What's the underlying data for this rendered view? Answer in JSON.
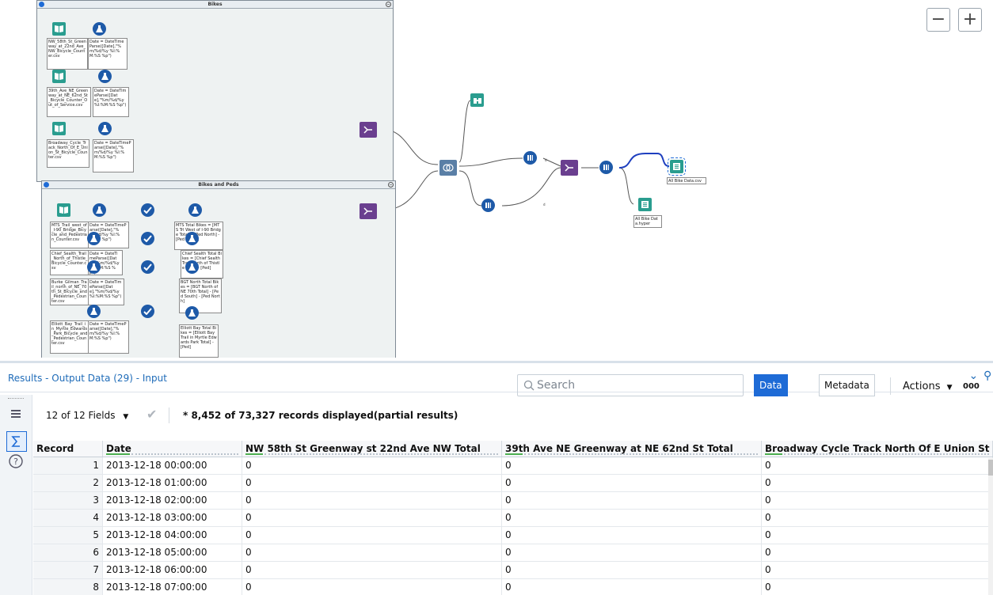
{
  "canvas": {
    "containers": [
      {
        "title": "Bikes"
      },
      {
        "title": "Bikes and Peds"
      }
    ],
    "annotations": {
      "in1": "NW_58th_St_Greenway_at_22nd_Ave_NW_Bicycle_Counter.csv",
      "in2": "39th_Ave_NE_Greenway_at_NE_62nd_St_Bicycle_Counter_Out_of_Service.csv",
      "in3": "Broadway_Cycle_Track_North_Of_E_Union_St_Bicycle_Counter.csv",
      "f1": "Date = DateTimeParse([Date],\"%m/%d/%y %I:%M:%S %p\")",
      "f2": "Date = DateTimeParse([Date],\"%m/%d/%y %I:%M:%S %p\")",
      "f3": "Date = DateTimeParse([Date],\"%m/%d/%y %I:%M:%S %p\")",
      "bp_in1": "MTS_Trail_west_of_I-90_Bridge_Bicycle_and_Pedestrian_Counter.csv",
      "bp_in2": "Chief_Sealth_Trail_North_of_Thistle_Bicycle_Counter.csv",
      "bp_in3": "Burke_Gilman_Trail_north_of_NE_70th_St_Bicycle_and_Pedestrian_Counter.csv",
      "bp_in4": "Elliott_Bay_Trail_in_Myrtle_Edwards_Park_Bicycle_and_Pedestrian_Counter.csv",
      "bp_f1": "Date = DateTimeParse([Date],\"%m/%d/%y %I:%M:%S %p\")",
      "bp_f2": "Date = DateTimeParse([Date],\"%m/%d/%y %I:%M:%S %p\")",
      "bp_f3": "Date = DateTimeParse([Date],\"%m/%d/%y %I:%M:%S %p\")",
      "bp_f4": "Date = DateTimeParse([Date],\"%m/%d/%y %I:%M:%S %p\")",
      "bp_t1": "MTS Total Bikes = [MTS Trl West of I-90 Bridge Total] - [Ped North] - [Ped South]",
      "bp_t2": "Chief Sealth Total Bikes = [Chief Sealth Trail North of Thistle Total] - [Ped]",
      "bp_t3": "BGT North Total Bikes = [BGT North of NE 70th Total] - [Ped South] - [Ped North]",
      "bp_t4": "Elliott Bay Total Bikes = [Elliott Bay Trail in Myrtle Edwards Park Total] - [Ped]",
      "out1": "All Bike Data.csv",
      "out2": "All Bike Data.hyper"
    },
    "zoom_out_label": "−",
    "zoom_in_label": "+"
  },
  "results": {
    "title": "Results - Output Data (29) - Input",
    "fields_label": "12 of 12 Fields",
    "records_label": "* 8,452 of 73,327 records displayed(partial results)",
    "search_placeholder": "Search",
    "tab_data": "Data",
    "tab_metadata": "Metadata",
    "actions_label": "Actions",
    "extra_label": "000",
    "columns": [
      "Record",
      "Date",
      "NW 58th St Greenway st 22nd Ave NW Total",
      "39th Ave NE Greenway at NE 62nd St Total",
      "Broadway Cycle Track North Of E Union St Total"
    ],
    "rows": [
      {
        "record": "1",
        "date": "2013-12-18 00:00:00",
        "c1": "0",
        "c2": "0",
        "c3": "0"
      },
      {
        "record": "2",
        "date": "2013-12-18 01:00:00",
        "c1": "0",
        "c2": "0",
        "c3": "0"
      },
      {
        "record": "3",
        "date": "2013-12-18 02:00:00",
        "c1": "0",
        "c2": "0",
        "c3": "0"
      },
      {
        "record": "4",
        "date": "2013-12-18 03:00:00",
        "c1": "0",
        "c2": "0",
        "c3": "0"
      },
      {
        "record": "5",
        "date": "2013-12-18 04:00:00",
        "c1": "0",
        "c2": "0",
        "c3": "0"
      },
      {
        "record": "6",
        "date": "2013-12-18 05:00:00",
        "c1": "0",
        "c2": "0",
        "c3": "0"
      },
      {
        "record": "7",
        "date": "2013-12-18 06:00:00",
        "c1": "0",
        "c2": "0",
        "c3": "0"
      },
      {
        "record": "8",
        "date": "2013-12-18 07:00:00",
        "c1": "0",
        "c2": "0",
        "c3": "0"
      }
    ]
  }
}
